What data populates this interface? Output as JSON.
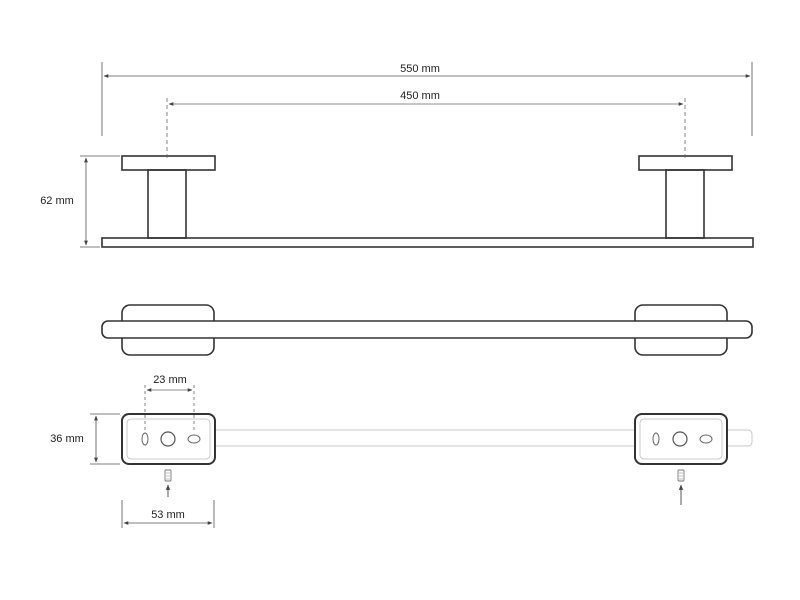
{
  "dimensions": {
    "overall_length": "550 mm",
    "hole_spacing": "450 mm",
    "height": "62 mm",
    "slot_offset": "23 mm",
    "plate_height": "36 mm",
    "plate_width": "53 mm"
  },
  "colors": {
    "line": "#333333",
    "dimension_line": "#555555",
    "dashed_center": "#666666",
    "background": "#ffffff"
  }
}
